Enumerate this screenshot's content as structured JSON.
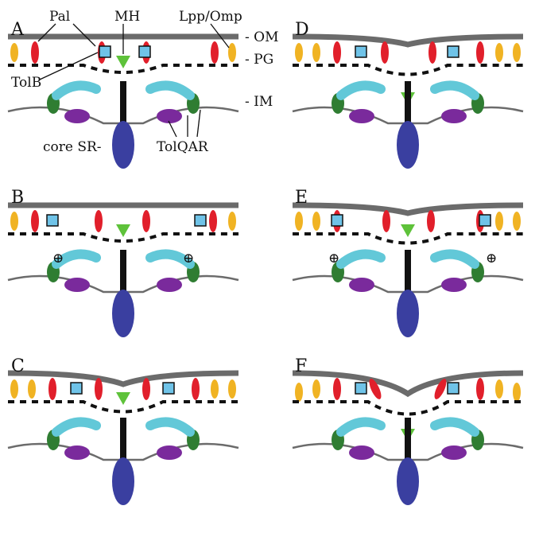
{
  "panels": [
    {
      "letter": "A"
    },
    {
      "letter": "B"
    },
    {
      "letter": "C"
    },
    {
      "letter": "D"
    },
    {
      "letter": "E"
    },
    {
      "letter": "F"
    }
  ],
  "labels": {
    "pal": "Pal",
    "mh": "MH",
    "lpp_omp": "Lpp/Omp",
    "om": "- OM",
    "pg": "- PG",
    "im": "- IM",
    "tolb": "TolB",
    "tolqar": "TolQAR",
    "core_sr": "core SR-",
    "plus": "⊕"
  },
  "colors": {
    "membrane": "#6b6b6b",
    "lpp_omp": "#f0b323",
    "pal": "#e11f2b",
    "tolb": "#6fc3e8",
    "mh": "#5ec23a",
    "tolq": "#2f7d32",
    "tolr_arm": "#62c8d8",
    "tola": "#7a2a9c",
    "core": "#3a3fa0",
    "stalk": "#111111"
  }
}
